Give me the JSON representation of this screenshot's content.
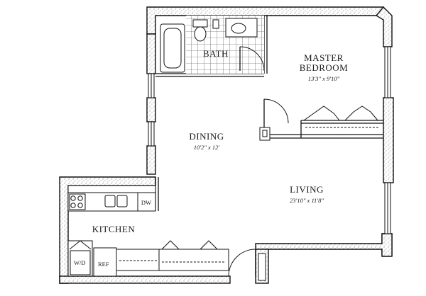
{
  "rooms": {
    "bath": {
      "name": "BATH"
    },
    "master": {
      "name_line1": "MASTER",
      "name_line2": "BEDROOM",
      "dim": "13'3\" x 9'10\""
    },
    "dining": {
      "name": "DINING",
      "dim": "10'2\" x 12'"
    },
    "living": {
      "name": "LIVING",
      "dim": "23'10\" x 11'8\""
    },
    "kitchen": {
      "name": "KITCHEN"
    }
  },
  "fixtures": {
    "dishwasher": "DW",
    "washer_dryer": "W/D",
    "refrigerator": "REF"
  }
}
